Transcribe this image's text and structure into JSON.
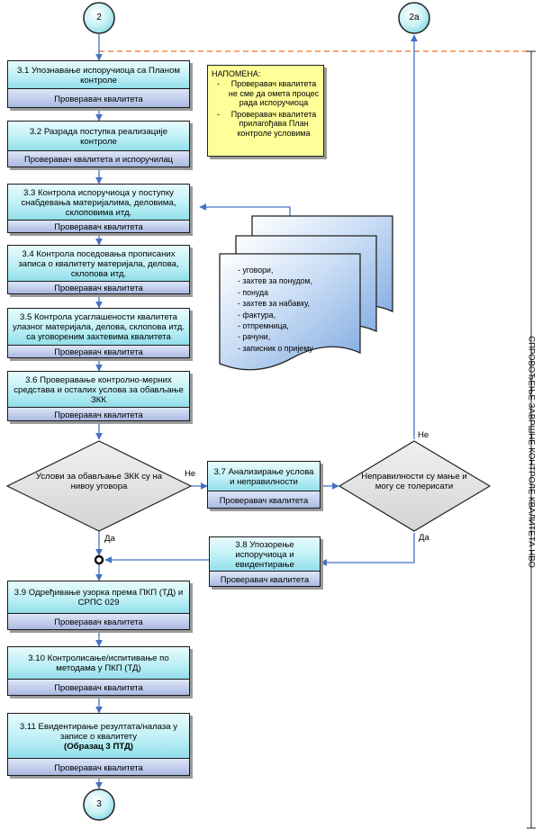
{
  "connectors": {
    "top": "2",
    "top_right": "2а",
    "bottom": "3"
  },
  "note": {
    "title": "НАПОМЕНА:",
    "items": [
      "Проверавач квалитета не сме да омета процес рада испоручиоца",
      "Проверавач квалитета прилагођава План контроле условима"
    ]
  },
  "steps": [
    {
      "text": "3.1 Упознавање испоручиоца са Планом контроле",
      "role": "Проверавач квалитета"
    },
    {
      "text": "3.2 Разрада поступка реализације контроле",
      "role": "Проверавач квалитета и испоручилац"
    },
    {
      "text": "3.3 Контрола испоручиоца у поступку снабдевања материјалима, деловима, склоповима итд.",
      "role": "Проверавач квалитета"
    },
    {
      "text": "3.4 Контрола поседовања прописаних записа о квалитету материјала, делова, склопова итд.",
      "role": "Проверавач квалитета"
    },
    {
      "text": "3.5 Контрола усаглашености квалитета улазног материјала, делова, склопова итд. са уговореним захтевима квалитета",
      "role": "Проверавач квалитета"
    },
    {
      "text": "3.6 Проверавање контролно-мерних средстава и осталих услова за обављање ЗКК",
      "role": "Проверавач квалитета"
    },
    {
      "text": "3.7 Анализирање услова и неправилности",
      "role": "Проверавач квалитета"
    },
    {
      "text": "3.8 Упозорење испоручиоца и евидентирање",
      "role": "Проверавач квалитета"
    },
    {
      "text": "3.9 Одређивање узорка према ПКП (ТД) и СРПС 029",
      "role": "Проверавач квалитета"
    },
    {
      "text": "3.10 Контролисање/испитивање по методама у ПКП (ТД)",
      "role": "Проверавач квалитета"
    },
    {
      "text": "3.11 Евидентирање резултата/налаза у записе о квалитету",
      "text_bold": "(Образац 3 ПТД)",
      "role": "Проверавач квалитета"
    }
  ],
  "decisions": {
    "left": "Услови  за обављање ЗКК су на нивоу уговора",
    "right": "Неправилности су мање и могу се толерисати"
  },
  "flow_labels": {
    "left_no": "Не",
    "left_yes": "Да",
    "right_no": "Не",
    "right_yes": "Да"
  },
  "documents": [
    "уговори,",
    "захтев за понудом,",
    "понуда",
    "захтев за набавку,",
    "фактура,",
    "отпремница,",
    "рачуни,",
    "записник о пријему"
  ],
  "side_label": "СПРОВОЂЕЊЕ ЗАВРШНЕ КОНТРОЛЕ КВАЛИТЕТА НВО",
  "colors": {
    "dashed_line": "#f08a4b",
    "arrow": "#4472c4",
    "note": "#ffff99"
  }
}
